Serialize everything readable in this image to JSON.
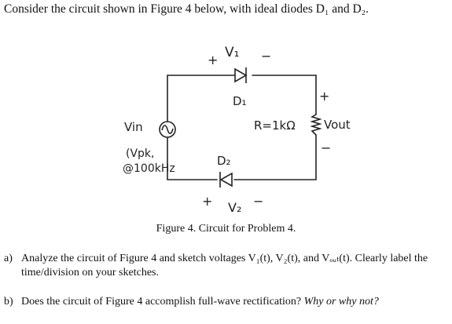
{
  "intro": "Consider the circuit shown in Figure 4 below, with ideal diodes D₁ and D₂.",
  "figure": {
    "caption": "Figure 4.  Circuit for Problem 4.",
    "labels": {
      "v1_plus": "+",
      "v1": "V₁",
      "v1_minus": "−",
      "d1": "D₁",
      "vin": "Vin",
      "vpk": "(Vpk,",
      "freq": "@100kHz",
      "resistor": "R=1kΩ",
      "vout_plus": "+",
      "vout": "Vout",
      "vout_minus": "−",
      "d2": "D₂",
      "v2_plus": "+",
      "v2": "V₂",
      "v2_minus": "−"
    }
  },
  "questions": [
    {
      "label": "a)",
      "text": "Analyze the circuit of Figure 4 and sketch voltages V₁(t), V₂(t), and Vₒᵤₜ(t). Clearly label the time/division on your sketches."
    },
    {
      "label": "b)",
      "text_plain": "Does the circuit of Figure 4 accomplish full-wave rectification?",
      "text_italic": "Why or why not?"
    }
  ]
}
